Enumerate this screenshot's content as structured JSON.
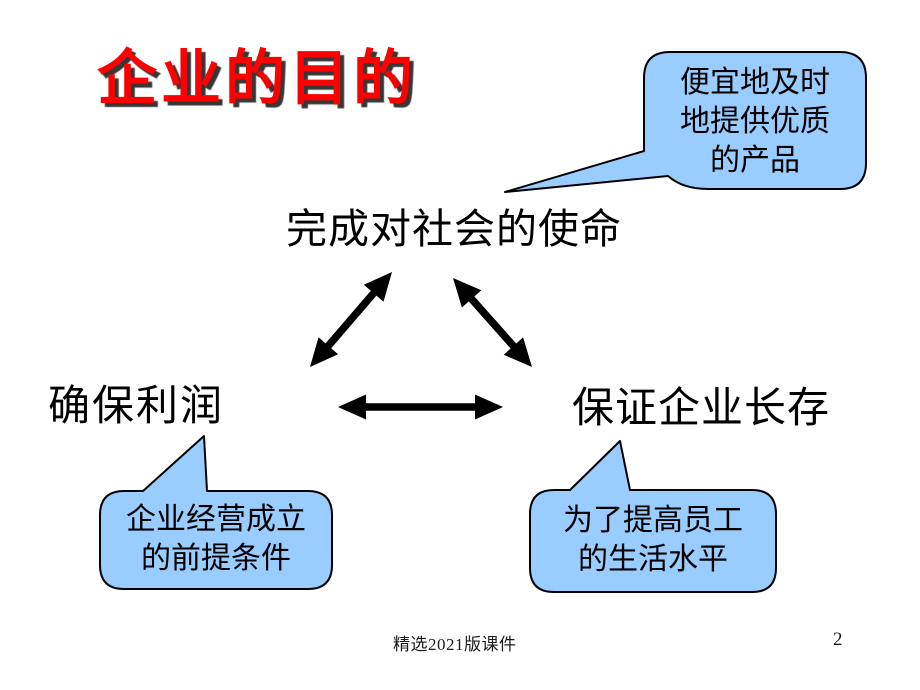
{
  "slide": {
    "title": {
      "text": "企业的目的",
      "color": "#FF0000"
    },
    "nodes": {
      "top": {
        "label": "完成对社会的使命"
      },
      "left": {
        "label": "确保利润"
      },
      "right": {
        "label": "保证企业长存"
      }
    },
    "callouts": {
      "top_right": {
        "lines": [
          "便宜地及时",
          "地提供优质",
          "的产品"
        ]
      },
      "bottom_left": {
        "lines": [
          "企业经营成立",
          "的前提条件"
        ]
      },
      "bottom_right": {
        "lines": [
          "为了提高员工",
          "的生活水平"
        ]
      }
    },
    "colors": {
      "background": "#FFFFFF",
      "callout_fill": "#99CCFF",
      "callout_stroke": "#000000",
      "arrow": "#000000",
      "title": "#FF0000"
    },
    "footer": {
      "text": "精选2021版课件",
      "page_number": "2"
    }
  }
}
